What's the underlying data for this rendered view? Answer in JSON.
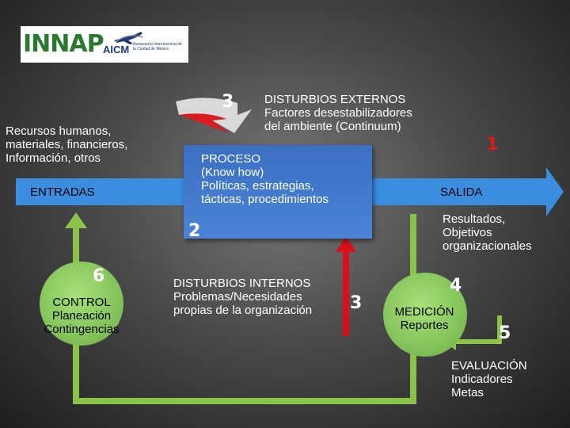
{
  "logos": {
    "innap": "INNAP",
    "aicm": "AICM",
    "aicm_sub": "Aeropuerto Internacional de la Ciudad de México"
  },
  "inputs": {
    "resources": [
      "Recursos humanos,",
      "materiales, financieros,",
      "Información, otros"
    ],
    "label": "ENTRADAS"
  },
  "external": {
    "number": "3",
    "lines": [
      "DISTURBIOS EXTERNOS",
      "Factores desestabilizadores",
      "del ambiente (Continuum)"
    ]
  },
  "process": {
    "lines": [
      "PROCESO",
      "(Know how)",
      "Políticas, estrategias,",
      "tácticas, procedimientos"
    ],
    "number": "2"
  },
  "output": {
    "number": "1",
    "label": "SALIDA",
    "results": [
      "Resultados,",
      "Objetivos",
      "organizacionales"
    ]
  },
  "control": {
    "number": "6",
    "lines": [
      "CONTROL",
      "Planeación",
      "Contingencias"
    ]
  },
  "internal": {
    "lines": [
      "DISTURBIOS INTERNOS",
      "Problemas/Necesidades",
      "propias de la organización"
    ],
    "number": "3"
  },
  "measurement": {
    "number": "4",
    "lines": [
      "MEDICIÓN",
      "Reportes"
    ]
  },
  "evaluation": {
    "number": "5",
    "lines": [
      "EVALUACIÓN",
      "Indicadores",
      "Metas"
    ]
  },
  "colors": {
    "arrow_blue": "#3b8de0",
    "arrow_green": "#8bc34a",
    "process_blue": "#3b6fc3",
    "circle_green": "#84c45a",
    "number_red": "#e8141a",
    "internal_arrow": "#d9101a"
  }
}
